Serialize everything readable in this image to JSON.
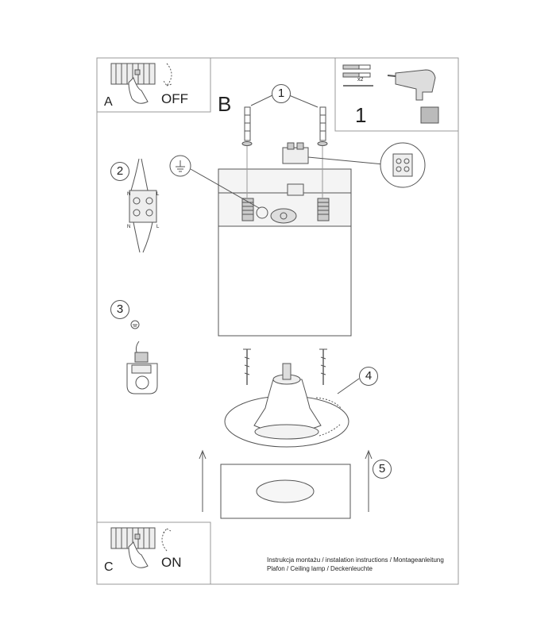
{
  "panels": {
    "a": {
      "letter": "A",
      "switch_text": "OFF"
    },
    "b": {
      "letter": "B"
    },
    "c": {
      "letter": "C",
      "switch_text": "ON"
    }
  },
  "tools": {
    "dowel_count": "x2",
    "step_number": "1"
  },
  "callouts": {
    "one": "1",
    "two": "2",
    "three": "3",
    "four": "4",
    "five": "5"
  },
  "terminal_letters": {
    "neutral": "N",
    "live": "L"
  },
  "footer": {
    "line1": "Instrukcja montażu / instalation instructions / Montageanleitung",
    "line2": "Plafon / Ceiling lamp / Deckenleuchte"
  }
}
